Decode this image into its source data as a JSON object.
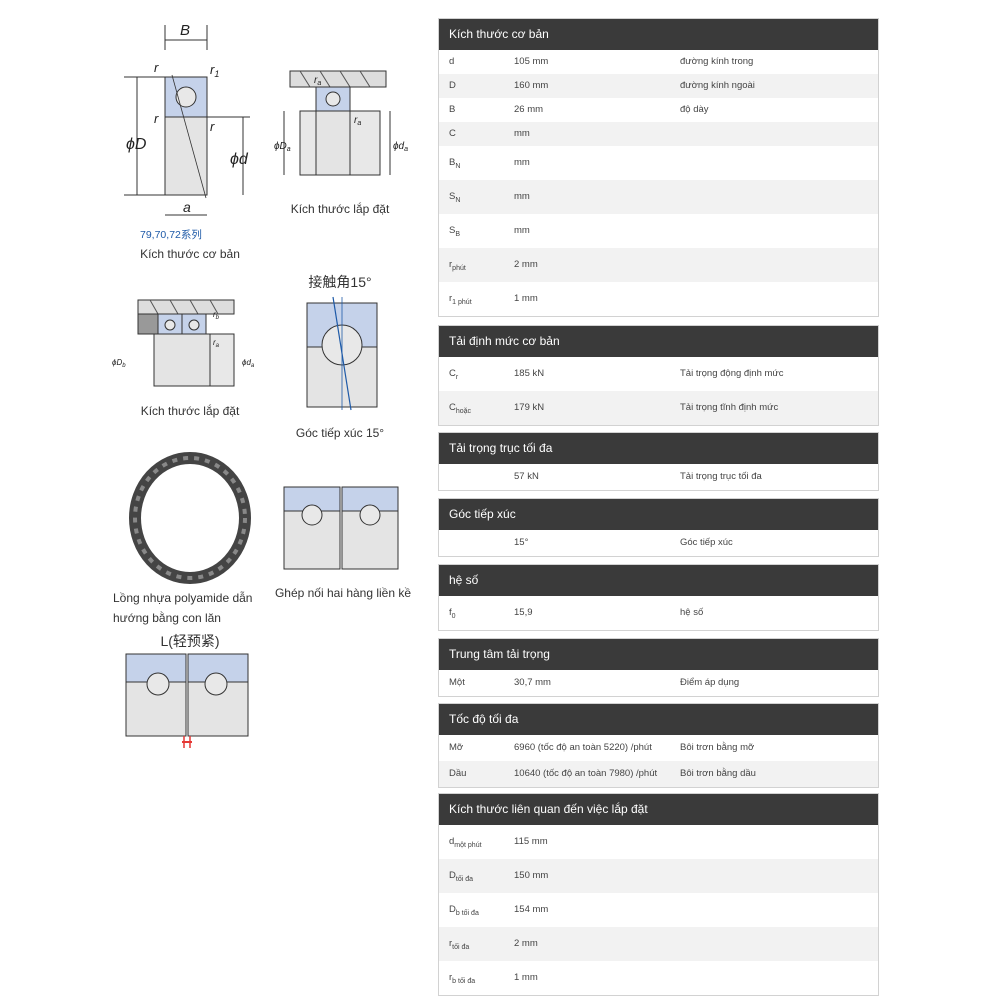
{
  "colors": {
    "header_bg": "#3a3a3a",
    "header_text": "#ffffff",
    "row_alt": "#f2f2f2",
    "bearing_blue": "#c5d2ea",
    "series_blue": "#1e5aa8"
  },
  "left": {
    "fig1": {
      "B": "B",
      "r": "r",
      "r1": "r",
      "r1_sub": "1",
      "phiD": "ϕD",
      "phid": "ϕd",
      "a": "a",
      "series": "79,70,72系列",
      "caption": "Kích thước cơ bản"
    },
    "fig2": {
      "ra": "r",
      "ra_sub": "a",
      "phiDa": "ϕD",
      "phiDa_sub": "a",
      "phida": "ϕd",
      "phida_sub": "a",
      "caption": "Kích thước lắp đặt"
    },
    "fig3": {
      "rb": "r",
      "rb_sub": "b",
      "ra": "r",
      "ra_sub": "a",
      "phiDb": "ϕD",
      "phiDb_sub": "b",
      "phida": "ϕd",
      "phida_sub": "a",
      "caption": "Kích thước lắp đặt"
    },
    "fig4": {
      "title": "接触角15°",
      "caption": "Góc tiếp xúc 15°"
    },
    "fig5": {
      "caption_line1": "Lồng nhựa polyamide dẫn",
      "caption_line2": "hướng bằng con lăn"
    },
    "fig6": {
      "caption": "Ghép nối hai hàng liền kề"
    },
    "fig7": {
      "title": "L(轻预紧)"
    }
  },
  "tables": [
    {
      "title": "Kích thước cơ bản",
      "rows": [
        {
          "sym": "d",
          "sub": "",
          "value": "105 mm",
          "desc": "đường kính trong"
        },
        {
          "sym": "D",
          "sub": "",
          "value": "160 mm",
          "desc": "đường kính ngoài"
        },
        {
          "sym": "B",
          "sub": "",
          "value": "26 mm",
          "desc": "độ dày"
        },
        {
          "sym": "C",
          "sub": "",
          "value": "mm",
          "desc": ""
        },
        {
          "sym": "B",
          "sub": "N",
          "value": "mm",
          "desc": ""
        },
        {
          "sym": "S",
          "sub": "N",
          "value": "mm",
          "desc": ""
        },
        {
          "sym": "S",
          "sub": "B",
          "value": "mm",
          "desc": ""
        },
        {
          "sym": "r",
          "sub": "phút",
          "value": "2 mm",
          "desc": ""
        },
        {
          "sym": "r",
          "sub": "1 phút",
          "value": "1 mm",
          "desc": ""
        }
      ]
    },
    {
      "title": "Tải định mức cơ bản",
      "rows": [
        {
          "sym": "C",
          "sub": "r",
          "value": "185 kN",
          "desc": "Tải trọng động định mức"
        },
        {
          "sym": "C",
          "sub": "hoặc",
          "value": "179 kN",
          "desc": "Tải trọng tĩnh định mức"
        }
      ]
    },
    {
      "title": "Tải trọng trục tối đa",
      "rows": [
        {
          "sym": "",
          "sub": "",
          "value": "57 kN",
          "desc": "Tải trọng trục tối đa"
        }
      ]
    },
    {
      "title": "Góc tiếp xúc",
      "rows": [
        {
          "sym": "",
          "sub": "",
          "value": "15°",
          "desc": "Góc tiếp xúc"
        }
      ]
    },
    {
      "title": "hệ số",
      "rows": [
        {
          "sym": "f",
          "sub": "0",
          "value": "15,9",
          "desc": "hệ số"
        }
      ]
    },
    {
      "title": "Trung tâm tải trọng",
      "rows": [
        {
          "sym": "Một",
          "sub": "",
          "value": "30,7 mm",
          "desc": "Điểm áp dụng"
        }
      ]
    },
    {
      "title": "Tốc độ tối đa",
      "rows": [
        {
          "sym": "Mỡ",
          "sub": "",
          "value": "6960 (tốc độ an toàn 5220) /phút",
          "desc": "Bôi trơn bằng mỡ"
        },
        {
          "sym": "Dầu",
          "sub": "",
          "value": "10640 (tốc độ an toàn 7980) /phút",
          "desc": "Bôi trơn bằng dầu"
        }
      ]
    },
    {
      "title": "Kích thước liên quan đến việc lắp đặt",
      "rows": [
        {
          "sym": "d",
          "sub": "một phút",
          "value": "115 mm",
          "desc": ""
        },
        {
          "sym": "D",
          "sub": "tối đa",
          "value": "150 mm",
          "desc": ""
        },
        {
          "sym": "D",
          "sub": "b tối đa",
          "value": "154 mm",
          "desc": ""
        },
        {
          "sym": "r",
          "sub": "tối đa",
          "value": "2 mm",
          "desc": ""
        },
        {
          "sym": "r",
          "sub": "b tối đa",
          "value": "1 mm",
          "desc": ""
        }
      ]
    }
  ]
}
